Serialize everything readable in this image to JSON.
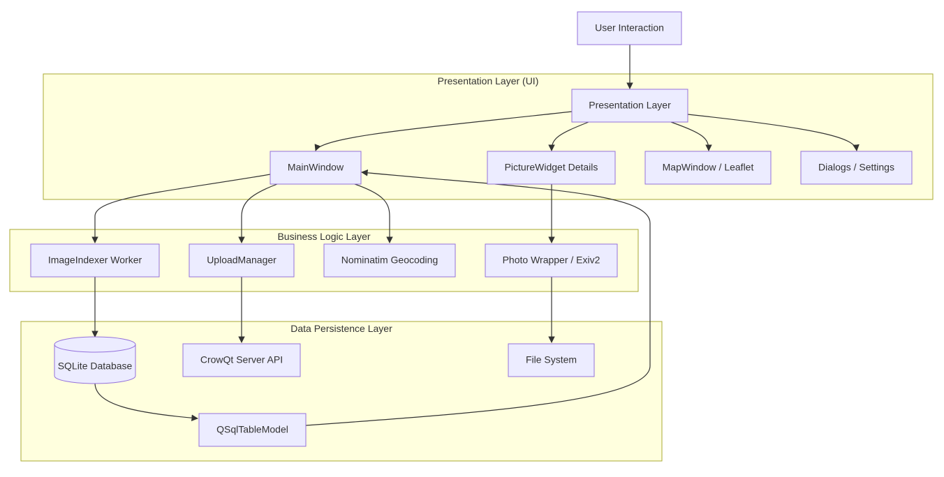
{
  "clusters": {
    "presentation": "Presentation Layer (UI)",
    "business": "Business Logic Layer",
    "data": "Data Persistence Layer"
  },
  "nodes": {
    "user_interaction": "User Interaction",
    "presentation_layer": "Presentation Layer",
    "main_window": "MainWindow",
    "picture_widget": "PictureWidget Details",
    "map_window": "MapWindow / Leaflet",
    "dialogs": "Dialogs / Settings",
    "image_indexer": "ImageIndexer Worker",
    "upload_manager": "UploadManager",
    "nominatim": "Nominatim Geocoding",
    "photo_wrapper": "Photo Wrapper / Exiv2",
    "sqlite": "SQLite Database",
    "crowqt": "CrowQt Server API",
    "file_system": "File System",
    "qsql": "QSqlTableModel"
  },
  "colors": {
    "cluster_fill": "#ffffde",
    "cluster_stroke": "#aaaa33",
    "node_fill": "#ececff",
    "node_stroke": "#9370db",
    "edge": "#333333"
  }
}
